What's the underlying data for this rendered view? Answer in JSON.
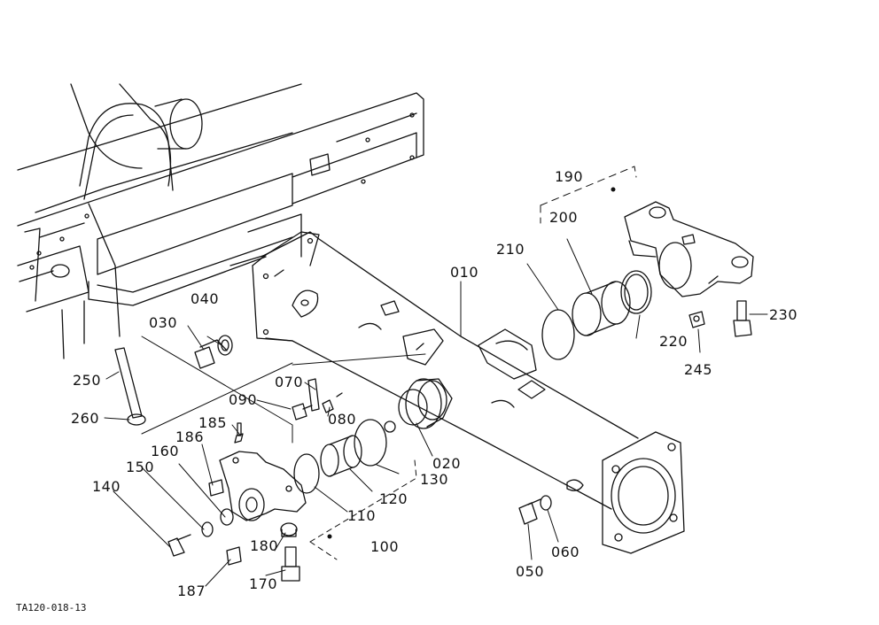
{
  "diagram": {
    "figure_code": "TA120-018-13",
    "line_color": "#111111",
    "background": "#ffffff",
    "callouts": [
      {
        "id": "c010",
        "text": "010"
      },
      {
        "id": "c020",
        "text": "020"
      },
      {
        "id": "c030",
        "text": "030"
      },
      {
        "id": "c040",
        "text": "040"
      },
      {
        "id": "c050",
        "text": "050"
      },
      {
        "id": "c060",
        "text": "060"
      },
      {
        "id": "c070",
        "text": "070"
      },
      {
        "id": "c080",
        "text": "080"
      },
      {
        "id": "c090",
        "text": "090"
      },
      {
        "id": "c100",
        "text": "100"
      },
      {
        "id": "c110",
        "text": "110"
      },
      {
        "id": "c120",
        "text": "120"
      },
      {
        "id": "c130",
        "text": "130"
      },
      {
        "id": "c140",
        "text": "140"
      },
      {
        "id": "c150",
        "text": "150"
      },
      {
        "id": "c160",
        "text": "160"
      },
      {
        "id": "c170",
        "text": "170"
      },
      {
        "id": "c180",
        "text": "180"
      },
      {
        "id": "c185",
        "text": "185"
      },
      {
        "id": "c186",
        "text": "186"
      },
      {
        "id": "c187",
        "text": "187"
      },
      {
        "id": "c190",
        "text": "190"
      },
      {
        "id": "c200",
        "text": "200"
      },
      {
        "id": "c210",
        "text": "210"
      },
      {
        "id": "c220",
        "text": "220"
      },
      {
        "id": "c230",
        "text": "230"
      },
      {
        "id": "c245",
        "text": "245"
      },
      {
        "id": "c250",
        "text": "250"
      },
      {
        "id": "c260",
        "text": "260"
      }
    ]
  }
}
